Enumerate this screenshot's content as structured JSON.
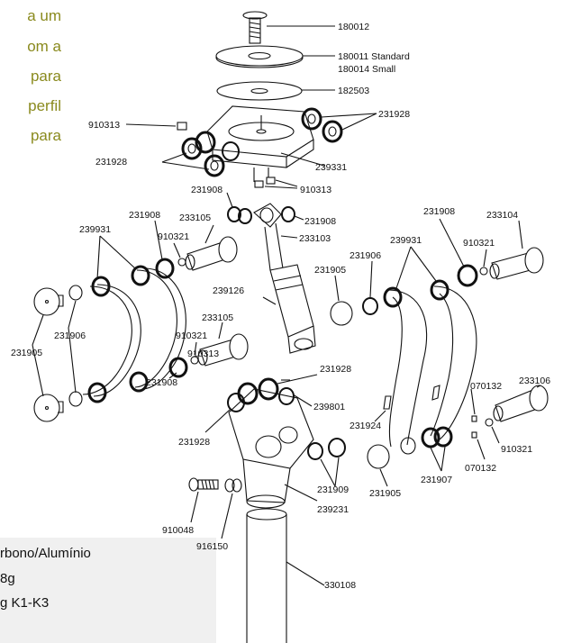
{
  "side_text": [
    "a um",
    "om a",
    "para",
    "perfil",
    "para"
  ],
  "specs": [
    "rbono/Alumínio",
    "8g",
    "g K1-K3"
  ],
  "labels": {
    "p180012": "180012",
    "p180011": "180011 Standard",
    "p180014": "180014 Small",
    "p182503": "182503",
    "p231928": "231928",
    "p910313": "910313",
    "p239331": "239331",
    "p231908": "231908",
    "p233105": "233105",
    "p233103": "233103",
    "p233104": "233104",
    "p239931": "239931",
    "p910321": "910321",
    "p231906": "231906",
    "p231905": "231905",
    "p239126": "239126",
    "p239801": "239801",
    "p231924": "231924",
    "p070132": "070132",
    "p233106": "233106",
    "p231907": "231907",
    "p231909": "231909",
    "p239231": "239231",
    "p910048": "910048",
    "p916150": "916150",
    "p330108": "330108"
  },
  "colors": {
    "side_text": "#8a8a1e",
    "lines": "#111111",
    "spec_bg": "#f0f0f0"
  }
}
